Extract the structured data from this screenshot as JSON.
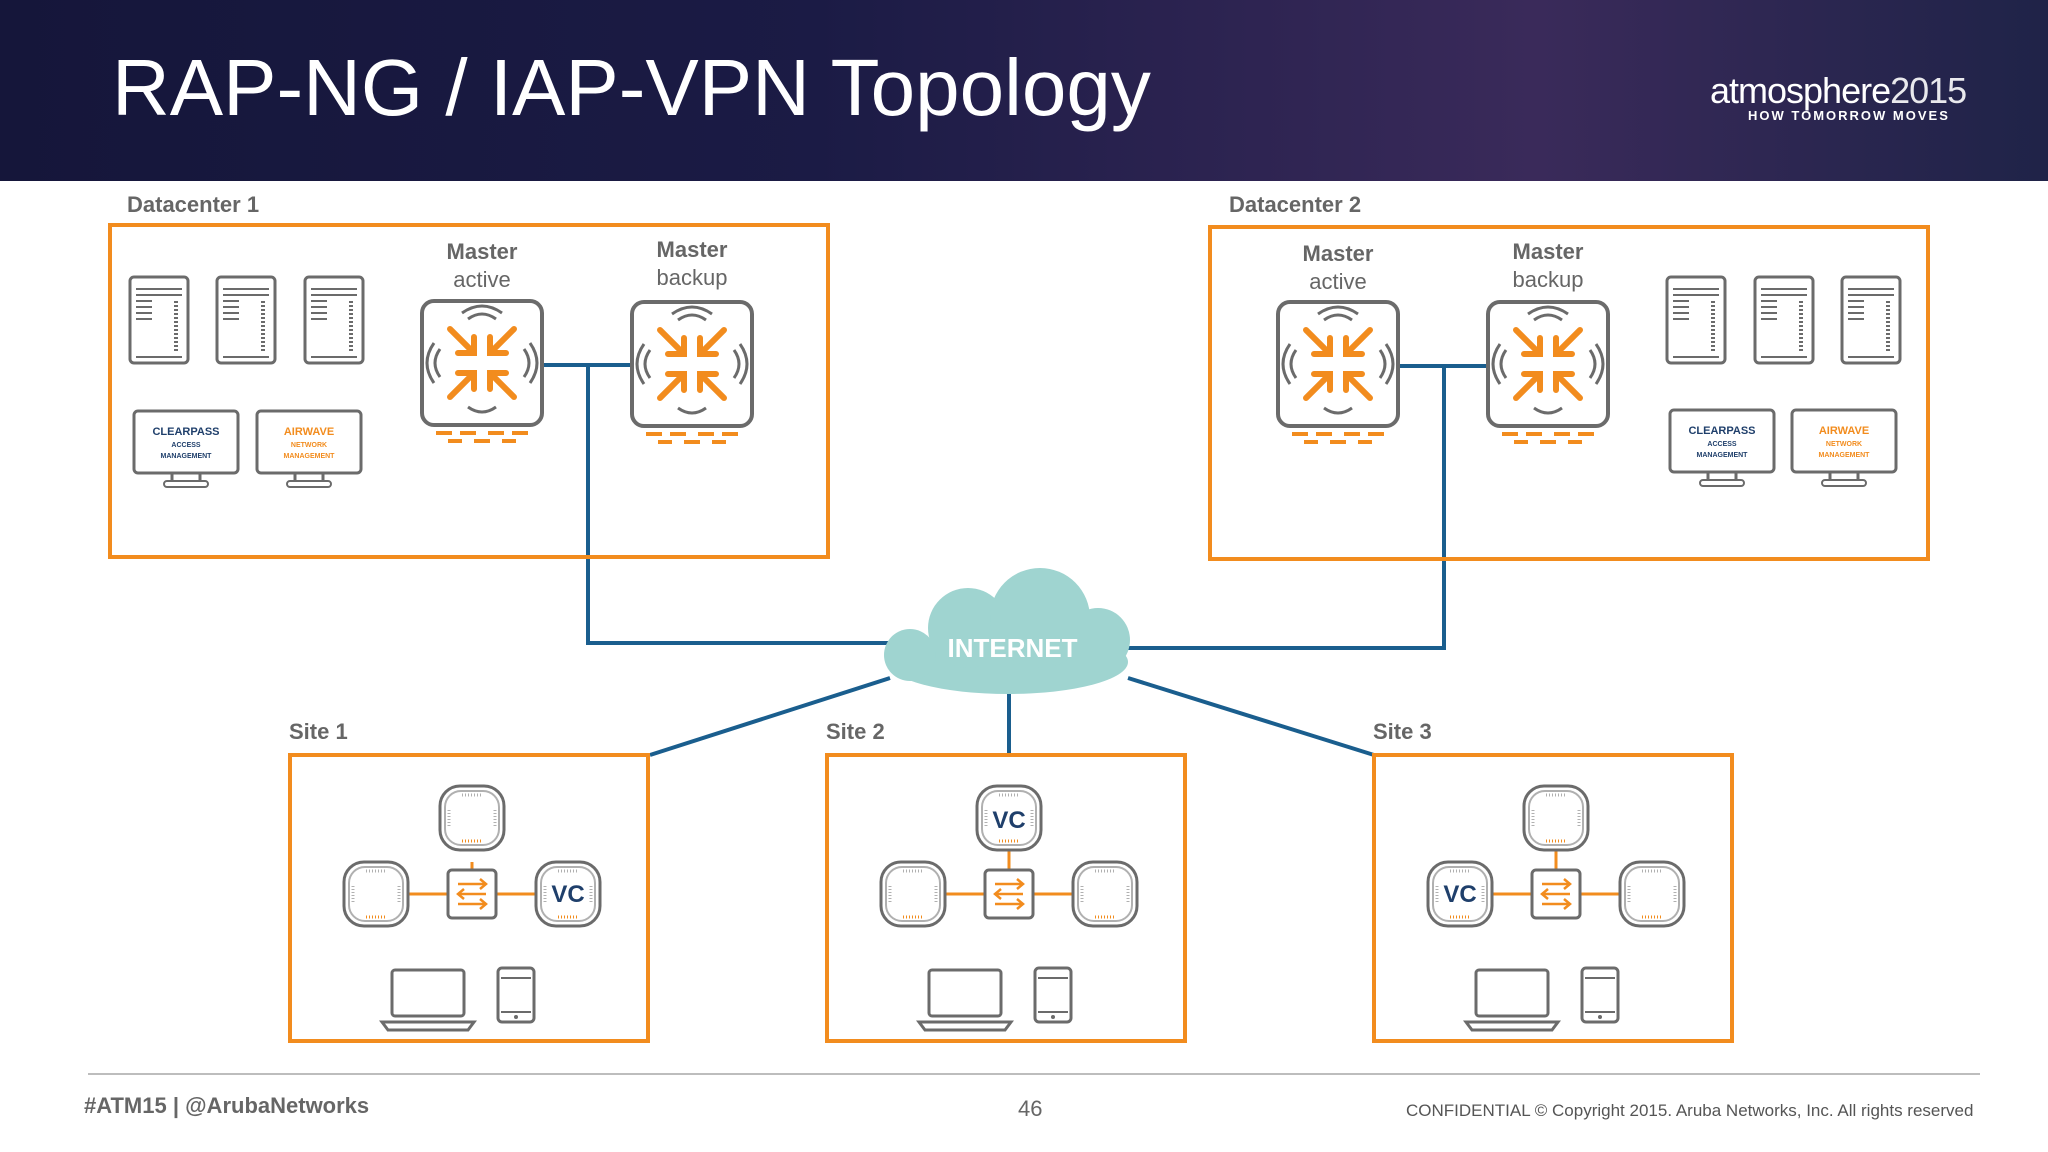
{
  "slide": {
    "title": "RAP-NG / IAP-VPN Topology",
    "logo_word": "atmosphere",
    "logo_year": "2015",
    "tagline": "HOW TOMORROW MOVES"
  },
  "datacenters": [
    {
      "label": "Datacenter 1",
      "master_active": {
        "line1": "Master",
        "line2": "active"
      },
      "master_backup": {
        "line1": "Master",
        "line2": "backup"
      },
      "clearpass": {
        "line1": "CLEARPASS",
        "line2": "ACCESS",
        "line3": "MANAGEMENT"
      },
      "airwave": {
        "line1": "AIRWAVE",
        "line2": "NETWORK",
        "line3": "MANAGEMENT"
      }
    },
    {
      "label": "Datacenter 2",
      "master_active": {
        "line1": "Master",
        "line2": "active"
      },
      "master_backup": {
        "line1": "Master",
        "line2": "backup"
      },
      "clearpass": {
        "line1": "CLEARPASS",
        "line2": "ACCESS",
        "line3": "MANAGEMENT"
      },
      "airwave": {
        "line1": "AIRWAVE",
        "line2": "NETWORK",
        "line3": "MANAGEMENT"
      }
    }
  ],
  "internet_label": "INTERNET",
  "sites": [
    {
      "label": "Site 1",
      "vc_label": "VC"
    },
    {
      "label": "Site 2",
      "vc_label": "VC"
    },
    {
      "label": "Site 3",
      "vc_label": "VC"
    }
  ],
  "colors": {
    "header_bg": "#1b1b45",
    "box_border": "#f28c1e",
    "link_blue": "#1a5e8e",
    "cloud": "#9fd4d0",
    "controller_arrow": "#f28c1e",
    "vc_text": "#1f3f6b"
  },
  "footer": {
    "left": "#ATM15 | @ArubaNetworks",
    "page": "46",
    "right": "CONFIDENTIAL © Copyright 2015. Aruba Networks, Inc. All rights reserved"
  }
}
